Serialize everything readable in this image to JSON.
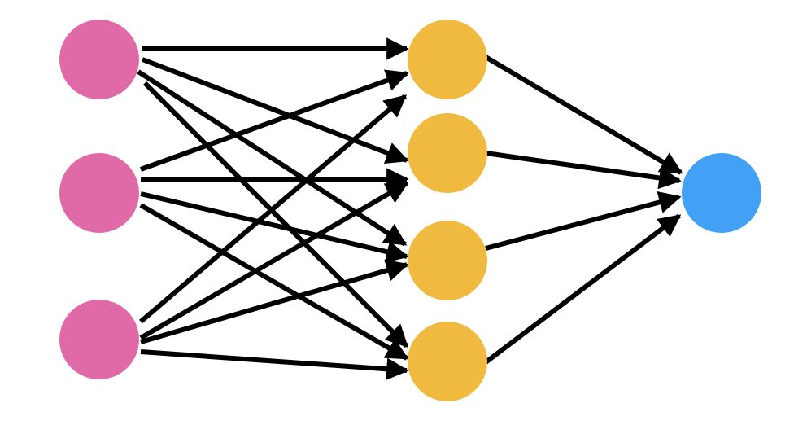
{
  "diagram": {
    "type": "feedforward-neural-network",
    "layers": [
      {
        "role": "input",
        "nodes": 3,
        "color": "#E06AA8"
      },
      {
        "role": "hidden",
        "nodes": 4,
        "color": "#F0BA40"
      },
      {
        "role": "output",
        "nodes": 1,
        "color": "#42A1F5"
      }
    ],
    "connections": "fully-connected",
    "edge_color": "#000000",
    "edge_style": "arrow"
  }
}
